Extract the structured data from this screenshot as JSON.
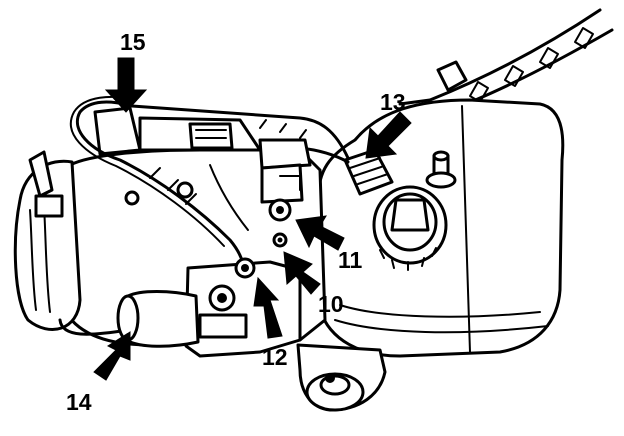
{
  "diagram": {
    "callouts": [
      {
        "id": "10",
        "label": "10"
      },
      {
        "id": "11",
        "label": "11"
      },
      {
        "id": "12",
        "label": "12"
      },
      {
        "id": "13",
        "label": "13"
      },
      {
        "id": "14",
        "label": "14"
      },
      {
        "id": "15",
        "label": "15"
      }
    ]
  },
  "colors": {
    "ink": "#000000",
    "paper": "#ffffff"
  }
}
